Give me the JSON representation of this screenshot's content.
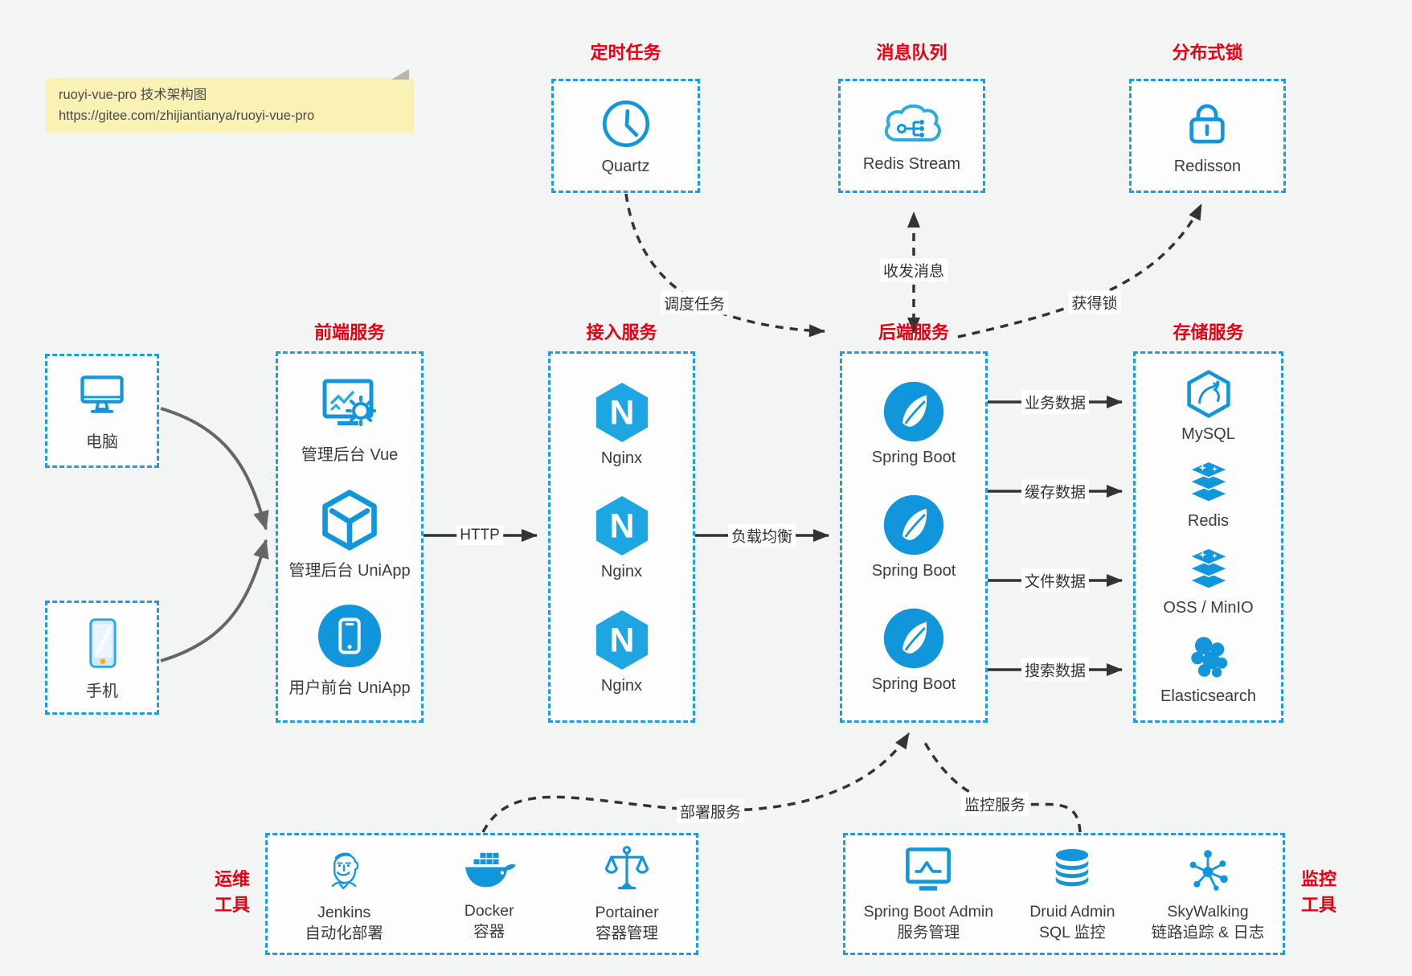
{
  "colors": {
    "box_border_blue": "#1c9be6",
    "icon_blue": "#1296db",
    "title_red": "#e60012",
    "arrow_dark": "#333333",
    "device_arrow_gray": "#666666",
    "note_bg": "#faf1b4",
    "page_bg": "#f3f4f4"
  },
  "note": {
    "line1": "ruoyi-vue-pro 技术架构图",
    "line2": "https://gitee.com/zhijiantianya/ruoyi-vue-pro"
  },
  "top_sections": {
    "scheduler": {
      "title": "定时任务",
      "label": "Quartz"
    },
    "mq": {
      "title": "消息队列",
      "label": "Redis Stream"
    },
    "lock": {
      "title": "分布式锁",
      "label": "Redisson"
    }
  },
  "devices": {
    "pc": {
      "label": "电脑"
    },
    "phone": {
      "label": "手机"
    }
  },
  "columns": {
    "frontend": {
      "title": "前端服务",
      "items": [
        {
          "label": "管理后台 Vue"
        },
        {
          "label": "管理后台 UniApp"
        },
        {
          "label": "用户前台 UniApp"
        }
      ]
    },
    "gateway": {
      "title": "接入服务",
      "items": [
        {
          "label": "Nginx"
        },
        {
          "label": "Nginx"
        },
        {
          "label": "Nginx"
        }
      ]
    },
    "backend": {
      "title": "后端服务",
      "items": [
        {
          "label": "Spring Boot"
        },
        {
          "label": "Spring Boot"
        },
        {
          "label": "Spring Boot"
        }
      ]
    },
    "storage": {
      "title": "存储服务",
      "items": [
        {
          "label": "MySQL"
        },
        {
          "label": "Redis"
        },
        {
          "label": "OSS / MinIO"
        },
        {
          "label": "Elasticsearch"
        }
      ]
    }
  },
  "edges": {
    "http": "HTTP",
    "load_balance": "负载均衡",
    "business_data": "业务数据",
    "cache_data": "缓存数据",
    "file_data": "文件数据",
    "search_data": "搜索数据",
    "schedule_task": "调度任务",
    "send_receive_msg": "收发消息",
    "acquire_lock": "获得锁",
    "deploy_service": "部署服务",
    "monitor_service": "监控服务"
  },
  "ops_tools": {
    "side_label_line1": "运维",
    "side_label_line2": "工具",
    "items": [
      {
        "name": "Jenkins",
        "desc": "自动化部署"
      },
      {
        "name": "Docker",
        "desc": "容器"
      },
      {
        "name": "Portainer",
        "desc": "容器管理"
      }
    ]
  },
  "monitor_tools": {
    "side_label_line1": "监控",
    "side_label_line2": "工具",
    "items": [
      {
        "name": "Spring Boot Admin",
        "desc": "服务管理"
      },
      {
        "name": "Druid Admin",
        "desc": "SQL 监控"
      },
      {
        "name": "SkyWalking",
        "desc": "链路追踪 & 日志"
      }
    ]
  }
}
